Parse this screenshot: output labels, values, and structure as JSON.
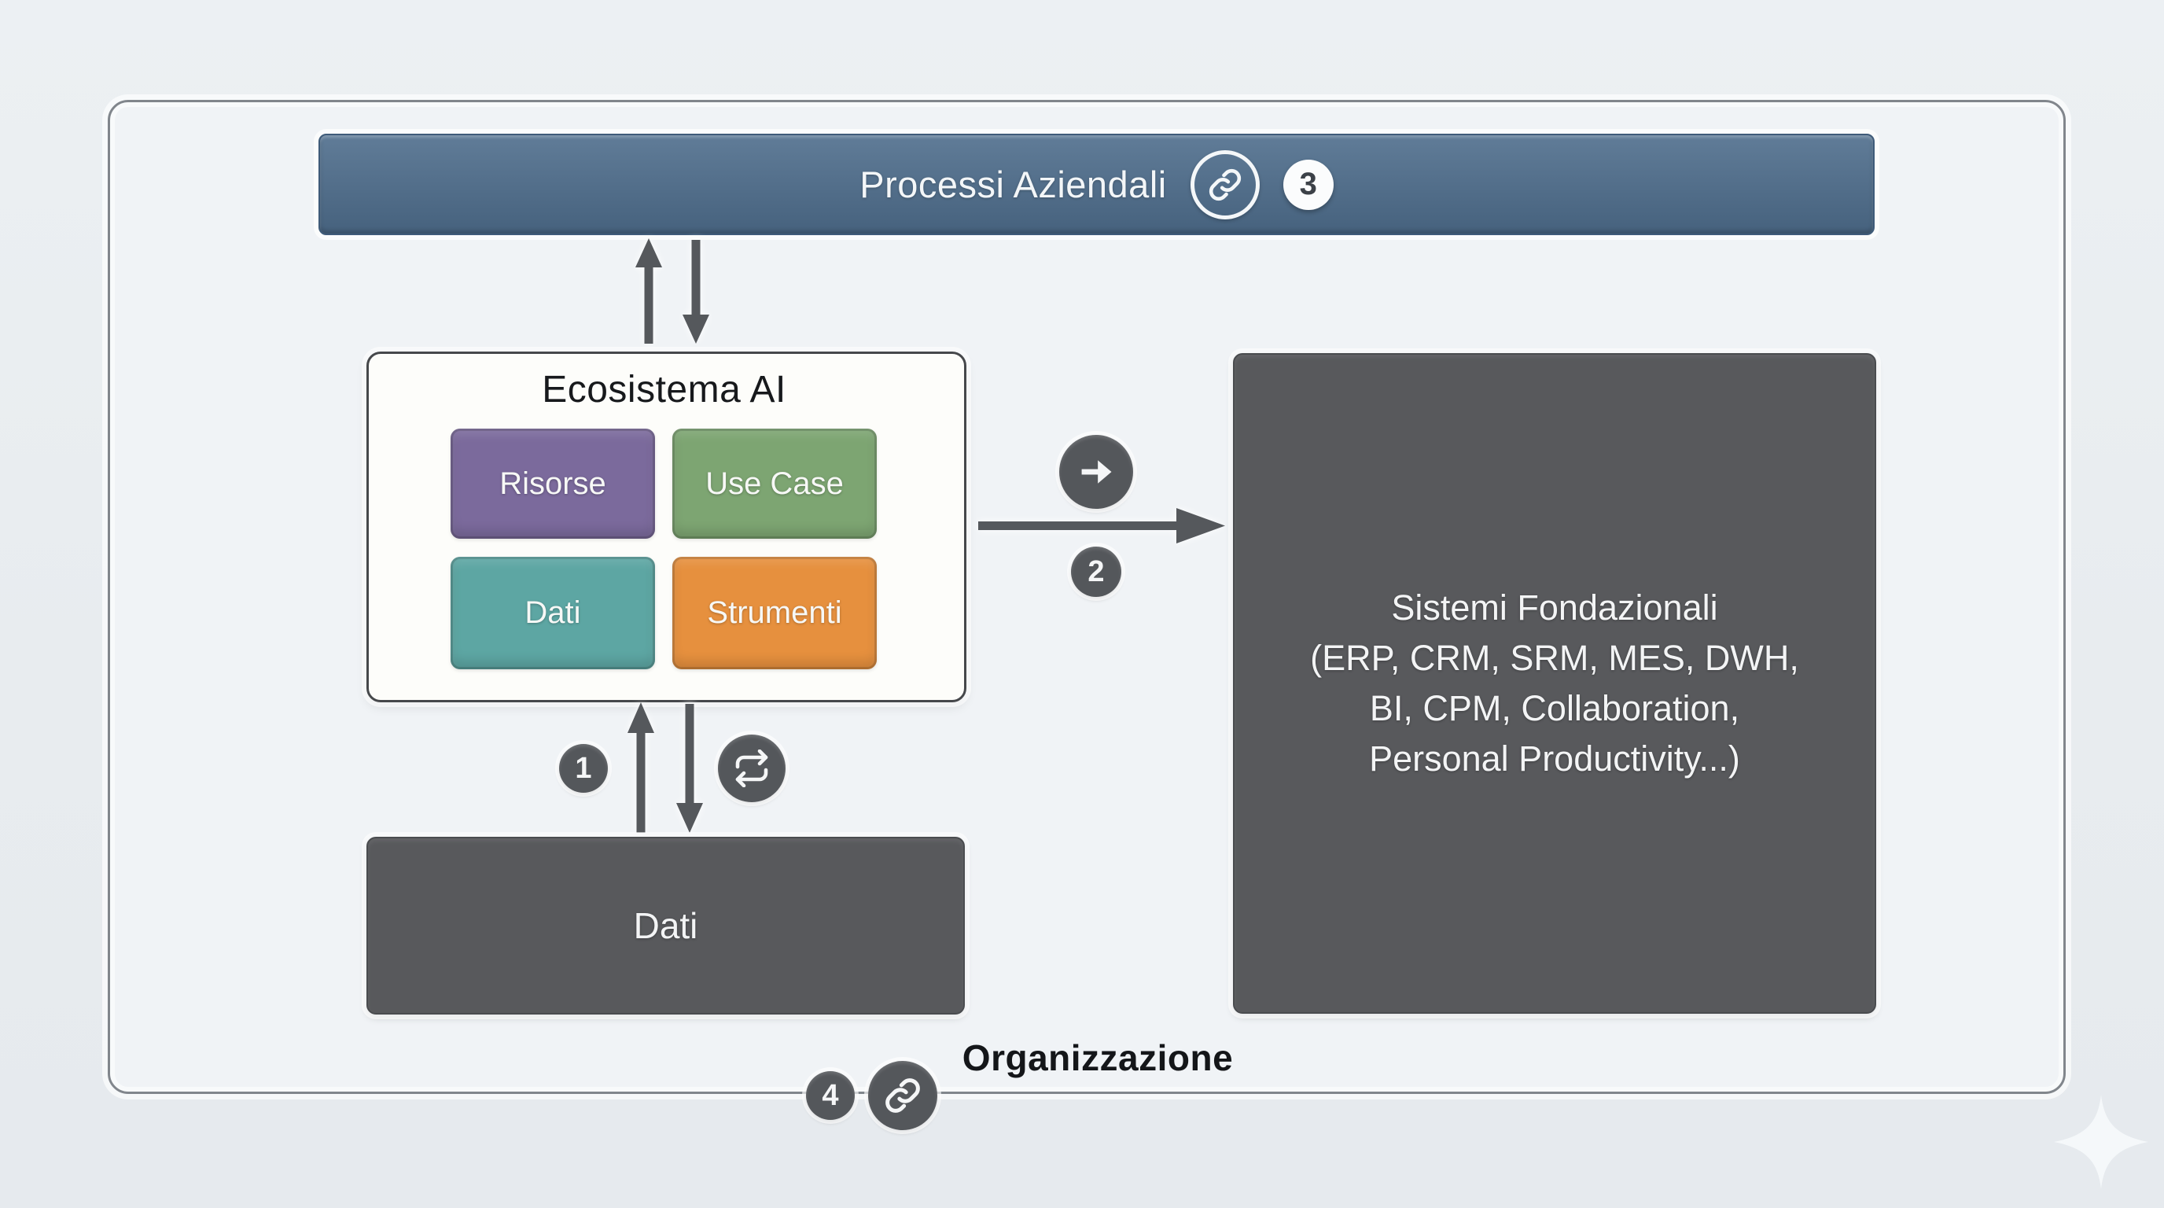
{
  "diagram": {
    "processi_bar": {
      "label": "Processi Aziendali",
      "badge": "3"
    },
    "ecosistema": {
      "title": "Ecosistema AI",
      "boxes": [
        {
          "label": "Risorse",
          "color": "#7b6a9c"
        },
        {
          "label": "Use Case",
          "color": "#7da572"
        },
        {
          "label": "Dati",
          "color": "#5da6a3"
        },
        {
          "label": "Strumenti",
          "color": "#e6903e"
        }
      ]
    },
    "sistemi_box": {
      "lines": [
        "Sistemi Fondazionali",
        "(ERP, CRM, SRM, MES, DWH,",
        "BI, CPM, Collaboration,",
        "Personal Productivity...)"
      ]
    },
    "dati_box": {
      "label": "Dati"
    },
    "organizzazione": {
      "label": "Organizzazione",
      "badge": "4"
    },
    "connections": {
      "eco_to_dati_badge": "1",
      "eco_to_sistemi_badge": "2"
    },
    "colors": {
      "background": "#e9edf0",
      "frame_border": "#81868c",
      "processi_bar_bg": "#4e6d8c",
      "dark_box_bg": "#58595c",
      "badge_dark_bg": "#54575b",
      "arrow": "#55585c"
    }
  }
}
